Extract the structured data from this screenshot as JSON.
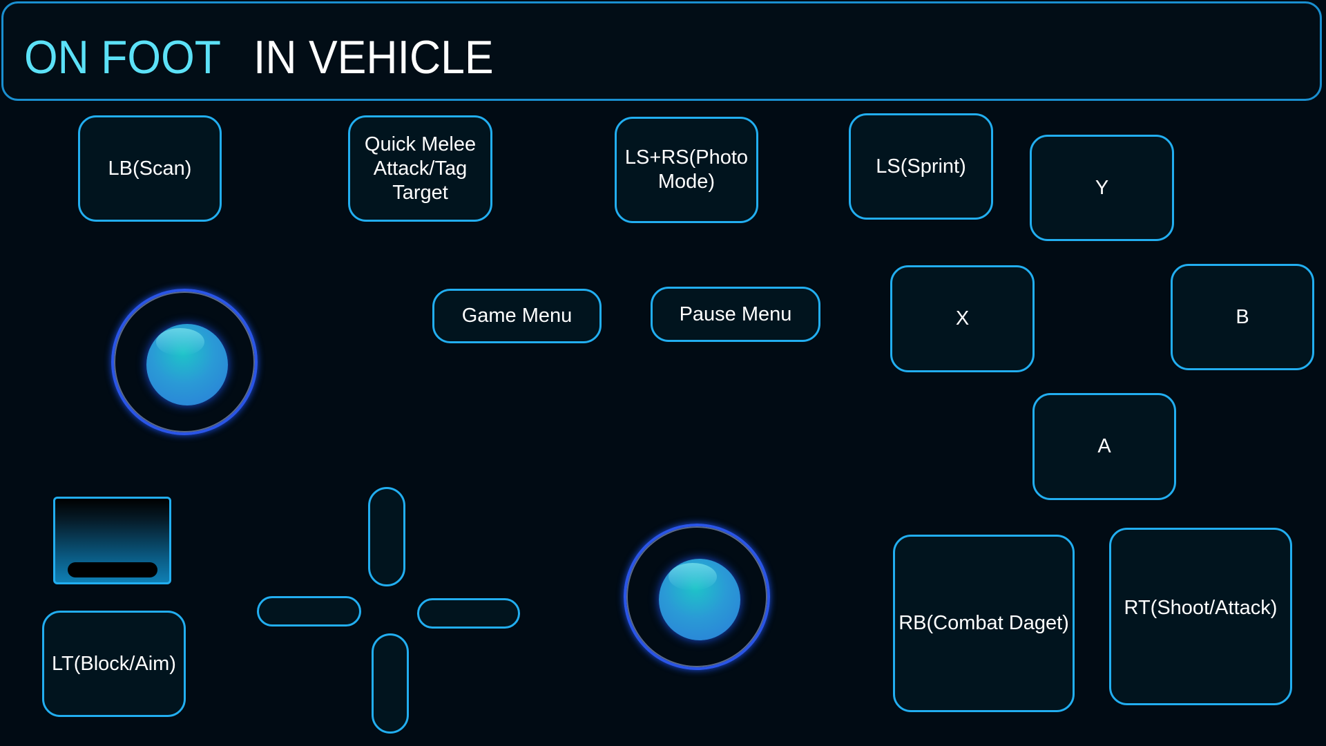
{
  "header": {
    "tabs": [
      {
        "label": "ON FOOT",
        "active": true
      },
      {
        "label": "IN VEHICLE",
        "active": false
      }
    ]
  },
  "buttons": {
    "lb": "LB(Scan)",
    "quick_melee": "Quick Melee Attack/Tag Target",
    "photo_mode": "LS+RS(Photo Mode)",
    "sprint": "LS(Sprint)",
    "y": "Y",
    "game_menu": "Game Menu",
    "pause_menu": "Pause Menu",
    "x": "X",
    "b": "B",
    "a": "A",
    "lt": "LT(Block/Aim)",
    "rb": "RB(Combat Daget)",
    "rt": "RT(Shoot/Attack)"
  },
  "colors": {
    "accent": "#22aef0",
    "active_tab": "#5ce1f7",
    "background": "#010b14"
  }
}
